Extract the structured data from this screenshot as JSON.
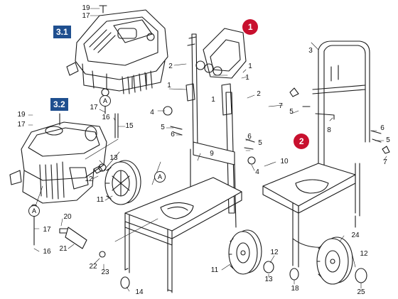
{
  "diagram": {
    "badges": {
      "engine_a": "3.1",
      "engine_b": "3.2"
    },
    "markers": {
      "m1": "1",
      "m2": "2"
    },
    "connector_a": "A",
    "labels": {
      "p19a": "19",
      "p17a": "17",
      "p2a": "2",
      "p1a": "1",
      "p1b": "1",
      "p1c": "1",
      "p1d": "1",
      "p2b": "2",
      "p4a": "4",
      "p5a": "5",
      "p6a": "6",
      "p6b": "6",
      "p5b": "5",
      "p4b": "4",
      "p19b": "19",
      "p17b": "17",
      "p17c": "17",
      "p16a": "16",
      "p15": "15",
      "p13a": "13",
      "p12a": "12",
      "p11a": "11",
      "p9": "9",
      "p20": "20",
      "p17d": "17",
      "p21": "21",
      "p16b": "16",
      "p22": "22",
      "p23": "23",
      "p14": "14",
      "p11b": "11",
      "p13b": "13",
      "p12b": "12",
      "p3": "3",
      "p7a": "7",
      "p5c": "5",
      "p8": "8",
      "p6c": "6",
      "p5d": "5",
      "p7b": "7",
      "p10": "10",
      "p24": "24",
      "p12c": "12",
      "p18": "18",
      "p25": "25"
    }
  }
}
